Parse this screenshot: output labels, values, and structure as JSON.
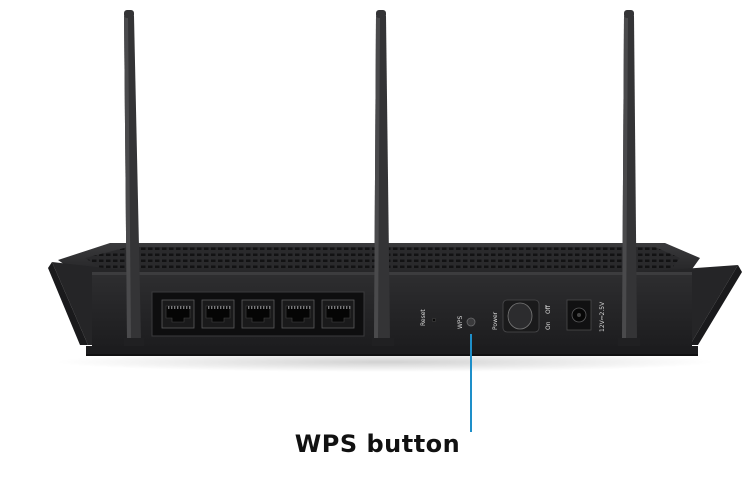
{
  "callout": {
    "label": "WPS button",
    "line_color": "#1e8fc9"
  },
  "panel_labels": {
    "reset": "Reset",
    "wps": "WPS",
    "power": "Power",
    "on": "On",
    "off": "Off",
    "dc_rating": "12V⎓2.5V"
  },
  "ethernet_ports": [
    "port-1",
    "port-2",
    "port-3",
    "port-4",
    "port-5"
  ],
  "colors": {
    "body": "#2b2b2d",
    "body_dark": "#1c1c1e",
    "antenna": "#343436",
    "port_panel": "#0e0e0f"
  }
}
